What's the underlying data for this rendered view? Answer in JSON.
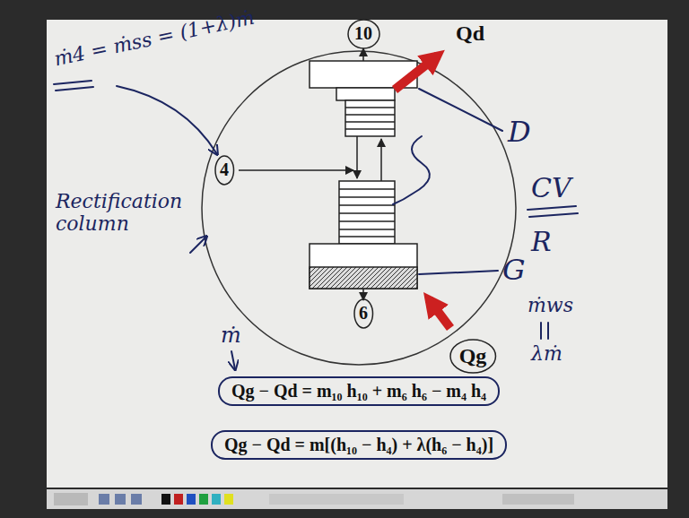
{
  "diagram": {
    "nodes": [
      {
        "text": [
          "10"
        ]
      },
      {
        "text": [
          "4"
        ]
      },
      {
        "text": [
          "6"
        ]
      },
      {
        "text": [
          "Qg"
        ]
      },
      {
        "text": [
          "Qg − Qd = m₁₀ h₁₀ + m₆ h₆ − m₄ h₄"
        ]
      },
      {
        "text": [
          "Qg − Qd = m[(h₁₀ − h₄) + λ(h₆ − h₄)]"
        ]
      }
    ],
    "labels": [
      "Qd",
      "D",
      "CV",
      "R",
      "G",
      "ṁ4 = ṁss = (1+λ)ṁ",
      "Rectification column",
      "ṁ",
      "ṁws",
      "λṁ"
    ]
  }
}
